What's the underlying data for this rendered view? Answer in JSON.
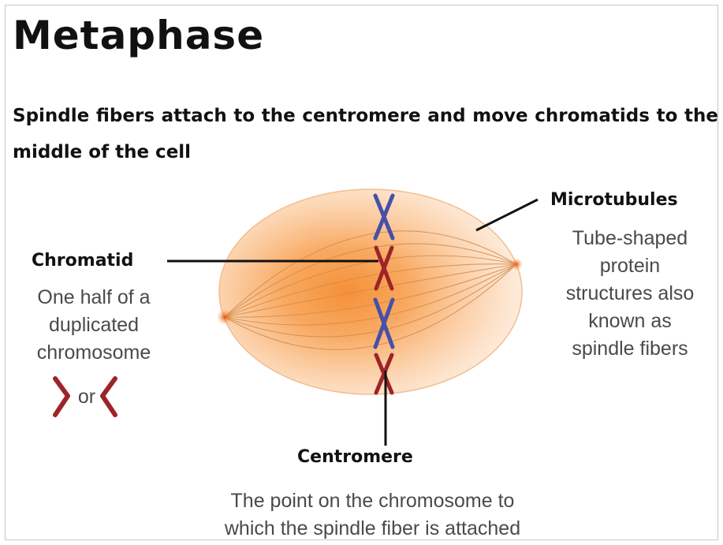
{
  "title": "Metaphase",
  "subtitle": "Spindle fibers attach to the centromere and move chromatids to the middle of the cell",
  "labels": {
    "chromatid": {
      "title": "Chromatid",
      "lines": [
        "One half of a",
        "duplicated",
        "chromosome"
      ],
      "or_text": "or"
    },
    "microtubules": {
      "title": "Microtubules",
      "lines": [
        "Tube-shaped",
        "protein",
        "structures also",
        "known as",
        "spindle fibers"
      ]
    },
    "centromere": {
      "title": "Centromere",
      "lines": [
        "The point on the chromosome to",
        "which the spindle fiber is attached"
      ]
    }
  },
  "colors": {
    "cell": "#f8b877",
    "cell_core": "#f48a2c",
    "fiber": "#d48d4e",
    "chromosome_blue": "#4750a8",
    "chromatid_red": "#9d2428",
    "pointer": "#111111",
    "text": "#4a4a4a"
  }
}
